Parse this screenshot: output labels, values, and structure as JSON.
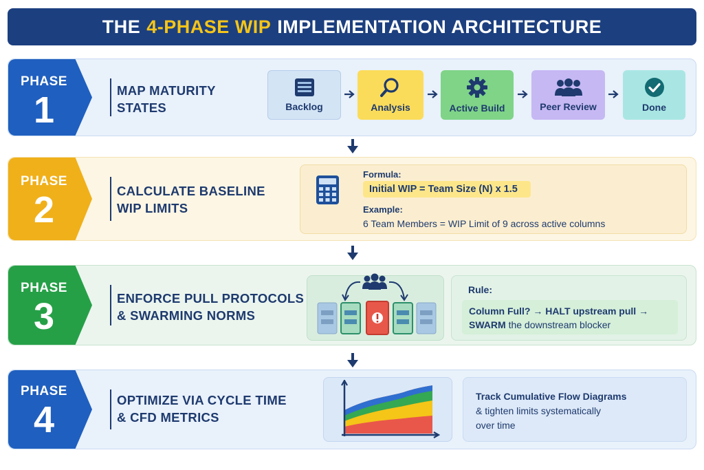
{
  "title": {
    "part1": "THE",
    "highlight": "4-PHASE WIP",
    "part2": "IMPLEMENTATION ARCHITECTURE"
  },
  "phases": [
    {
      "label": "PHASE",
      "number": "1",
      "heading_line1": "MAP MATURITY",
      "heading_line2": "STATES",
      "color": "#1f5fbf",
      "states": [
        {
          "label": "Backlog",
          "icon": "list-icon",
          "bg": "#d3e4f5"
        },
        {
          "label": "Analysis",
          "icon": "magnifier-icon",
          "bg": "#fbdc5a"
        },
        {
          "label": "Active Build",
          "icon": "gear-icon",
          "bg": "#7fd487"
        },
        {
          "label": "Peer Review",
          "icon": "team-icon",
          "bg": "#c6b8f3"
        },
        {
          "label": "Done",
          "icon": "check-circle-icon",
          "bg": "#a9e6e3"
        }
      ]
    },
    {
      "label": "PHASE",
      "number": "2",
      "heading_line1": "CALCULATE BASELINE",
      "heading_line2": "WIP LIMITS",
      "color": "#f0b01a",
      "formula_label": "Formula:",
      "formula": "Initial WIP = Team Size (N) x 1.5",
      "example_label": "Example:",
      "example": "6 Team Members = WIP Limit of 9 across active columns"
    },
    {
      "label": "PHASE",
      "number": "3",
      "heading_line1": "ENFORCE PULL PROTOCOLS",
      "heading_line2": "& SWARMING NORMS",
      "color": "#26a047",
      "rule_label": "Rule:",
      "rule_line1": "Column Full? → HALT upstream pull →",
      "rule_swarm": "SWARM",
      "rule_rest": "the downstream blocker"
    },
    {
      "label": "PHASE",
      "number": "4",
      "heading_line1": "OPTIMIZE VIA CYCLE TIME",
      "heading_line2": "& CFD METRICS",
      "color": "#1f5fbf",
      "text_line1": "Track Cumulative Flow Diagrams",
      "text_line2": "& tighten limits systematically",
      "text_line3": "over time"
    }
  ]
}
